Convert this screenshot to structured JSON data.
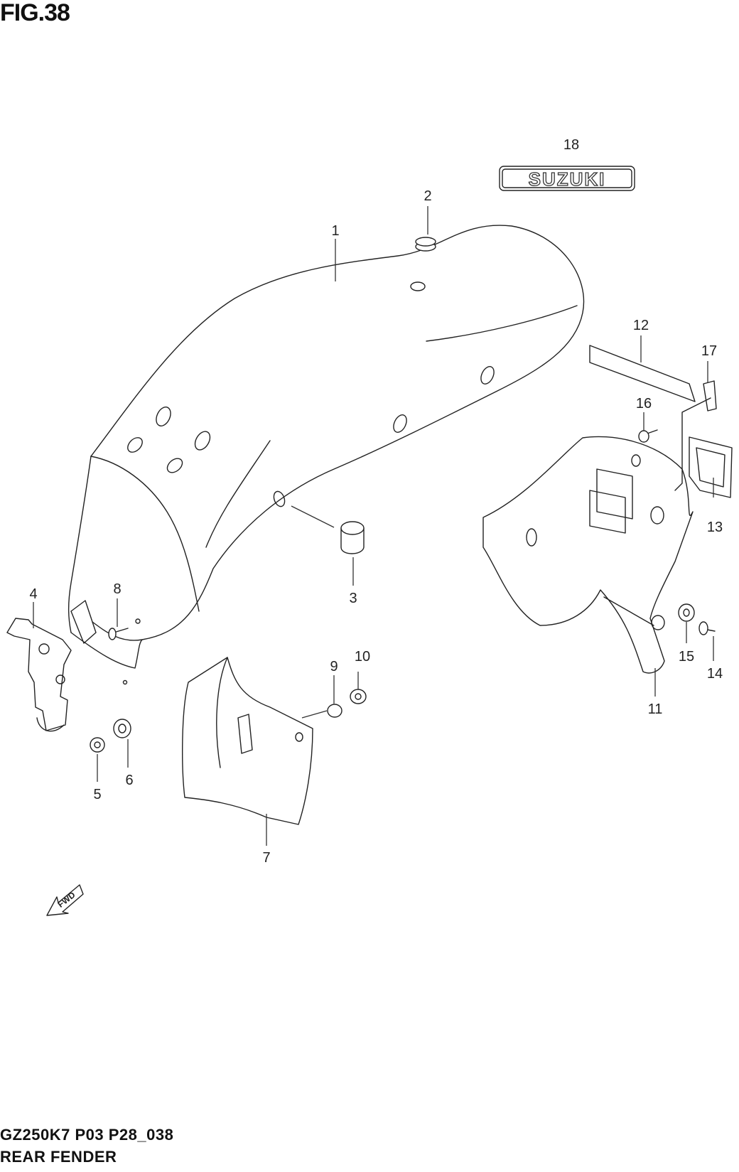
{
  "figure": {
    "title": "FIG.38"
  },
  "emblem": {
    "text": "SUZUKI"
  },
  "fwd_marker": {
    "text": "FWD"
  },
  "callouts": [
    "1",
    "2",
    "3",
    "4",
    "5",
    "6",
    "7",
    "8",
    "9",
    "10",
    "11",
    "12",
    "13",
    "14",
    "15",
    "16",
    "17",
    "18"
  ],
  "footer": {
    "model_code": "GZ250K7 P03 P28_038",
    "section_name": "REAR FENDER"
  }
}
